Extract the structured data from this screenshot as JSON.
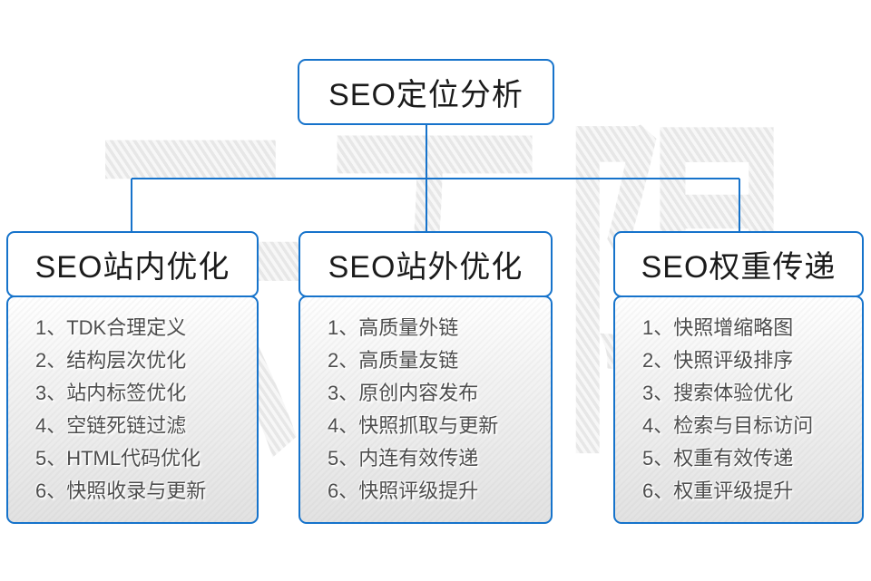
{
  "watermark": "云无限",
  "root": {
    "title": "SEO定位分析"
  },
  "columns": [
    {
      "title": "SEO站内优化",
      "items": [
        "1、TDK合理定义",
        "2、结构层次优化",
        "3、站内标签优化",
        "4、空链死链过滤",
        "5、HTML代码优化",
        "6、快照收录与更新"
      ]
    },
    {
      "title": "SEO站外优化",
      "items": [
        "1、高质量外链",
        "2、高质量友链",
        "3、原创内容发布",
        "4、快照抓取与更新",
        "5、内连有效传递",
        "6、快照评级提升"
      ]
    },
    {
      "title": "SEO权重传递",
      "items": [
        "1、快照增缩略图",
        "2、快照评级排序",
        "3、搜索体验优化",
        "4、检索与目标访问",
        "5、权重有效传递",
        "6、权重评级提升"
      ]
    }
  ],
  "colors": {
    "accent_blue": "#1673cb",
    "node_text": "#1b1b1b",
    "list_text": "#4d4d4d",
    "panel_gradient_top": "#ffffff",
    "panel_gradient_bottom": "#e2e2e2",
    "watermark_gray": "#e7e7e7"
  }
}
